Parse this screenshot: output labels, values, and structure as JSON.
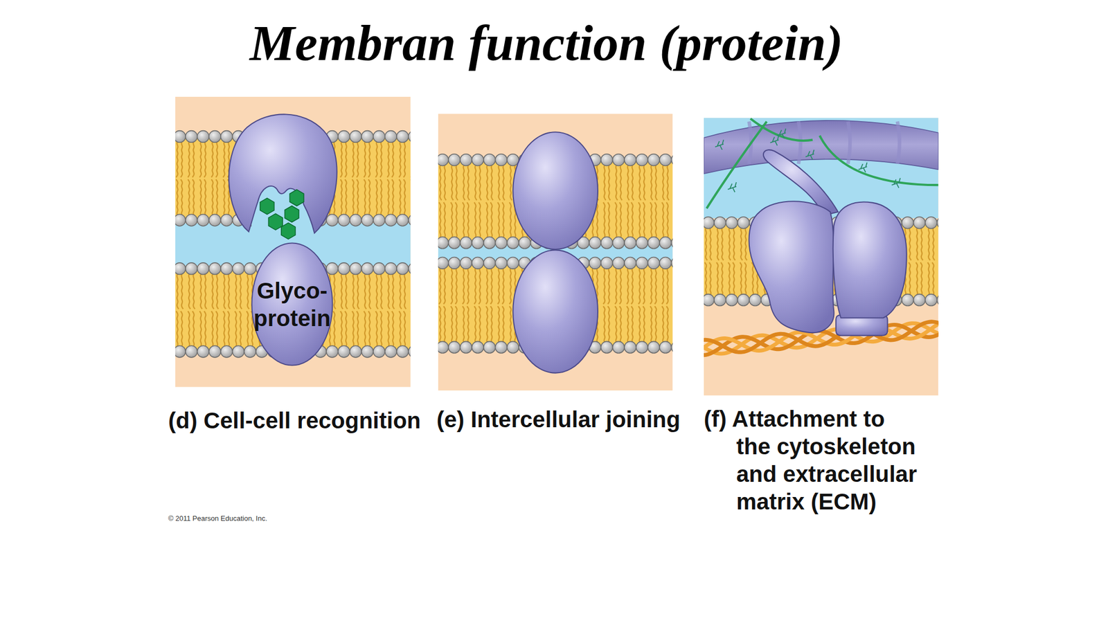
{
  "diagram": {
    "title": "Membran function (protein)",
    "nodes": [
      {
        "text": [
          "(d) Cell-cell recognition"
        ]
      },
      {
        "text": [
          "Glyco- protein"
        ],
        "in": 0
      },
      {
        "text": [
          "(e) Intercellular joining"
        ]
      },
      {
        "text": [
          "(f) Attachment to the cytoskeleton and extracellular matrix (ECM)"
        ]
      }
    ],
    "labels": [
      "© 2011 Pearson Education, Inc."
    ]
  }
}
